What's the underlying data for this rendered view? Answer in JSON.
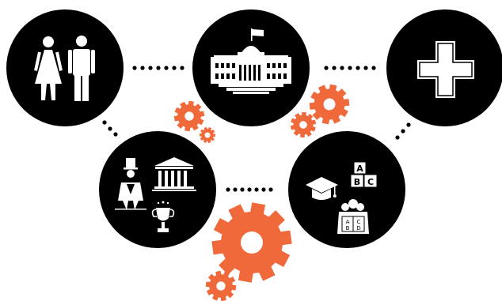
{
  "colors": {
    "circle": "#000000",
    "gear": "#F0693A",
    "icon": "#ffffff",
    "dots": "#000000"
  },
  "nodes": [
    {
      "name": "people-node",
      "icons": [
        "woman-icon",
        "man-icon"
      ]
    },
    {
      "name": "government-node",
      "icons": [
        "capitol-building-icon"
      ]
    },
    {
      "name": "health-node",
      "icons": [
        "medical-cross-icon"
      ]
    },
    {
      "name": "culture-node",
      "icons": [
        "gentleman-icon",
        "museum-icon",
        "trophy-icon"
      ]
    },
    {
      "name": "education-node",
      "icons": [
        "graduation-cap-icon",
        "abc-blocks-icon",
        "reading-children-icon"
      ]
    }
  ],
  "blocks_text": {
    "a": "A",
    "b": "B",
    "c": "C"
  },
  "book_text": {
    "a": "A",
    "b": "B",
    "c": "C",
    "d": "D"
  }
}
